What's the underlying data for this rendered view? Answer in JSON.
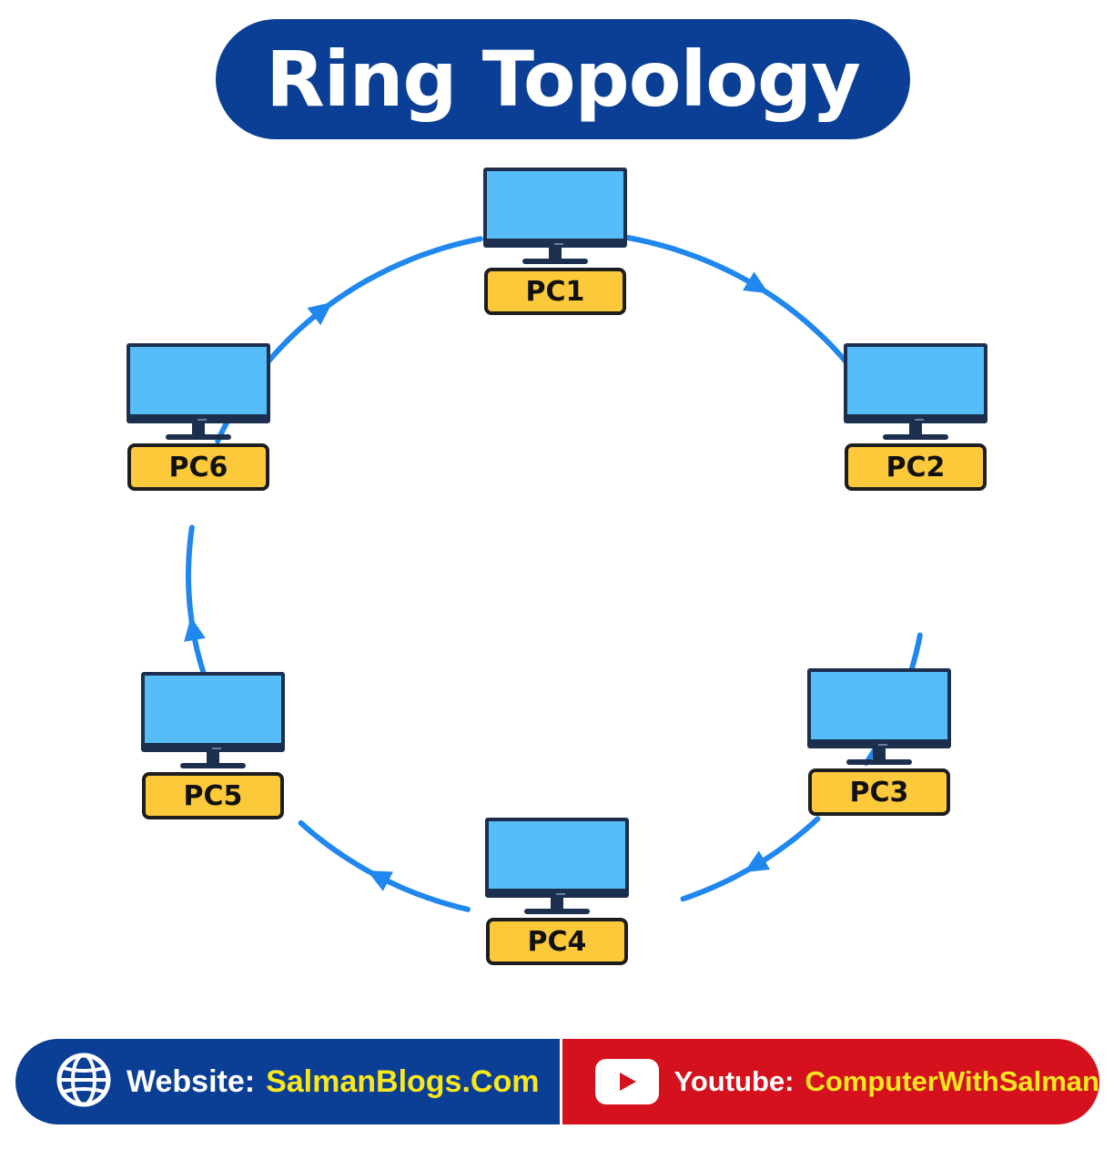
{
  "title": "Ring Topology",
  "nodes": [
    {
      "id": "pc1",
      "label": "PC1"
    },
    {
      "id": "pc2",
      "label": "PC2"
    },
    {
      "id": "pc3",
      "label": "PC3"
    },
    {
      "id": "pc4",
      "label": "PC4"
    },
    {
      "id": "pc5",
      "label": "PC5"
    },
    {
      "id": "pc6",
      "label": "PC6"
    }
  ],
  "connections": [
    {
      "from": "PC1",
      "to": "PC2",
      "direction": "clockwise"
    },
    {
      "from": "PC2",
      "to": "PC3",
      "direction": "clockwise"
    },
    {
      "from": "PC3",
      "to": "PC4",
      "direction": "clockwise"
    },
    {
      "from": "PC4",
      "to": "PC5",
      "direction": "clockwise"
    },
    {
      "from": "PC5",
      "to": "PC6",
      "direction": "clockwise"
    },
    {
      "from": "PC6",
      "to": "PC1",
      "direction": "clockwise"
    }
  ],
  "footer": {
    "website_label": "Website:",
    "website_value": "SalmanBlogs.Com",
    "youtube_label": "Youtube:",
    "youtube_value": "ComputerWithSalman",
    "website_icon": "globe-icon",
    "youtube_icon": "youtube-play-icon"
  },
  "colors": {
    "title_bg": "#0b3f96",
    "ring_line": "#1f87ee",
    "monitor_screen": "#56bdf8",
    "label_bg": "#fcc93a",
    "footer_left": "#0b3f96",
    "footer_right": "#d4111d",
    "footer_highlight": "#f9e71e"
  }
}
